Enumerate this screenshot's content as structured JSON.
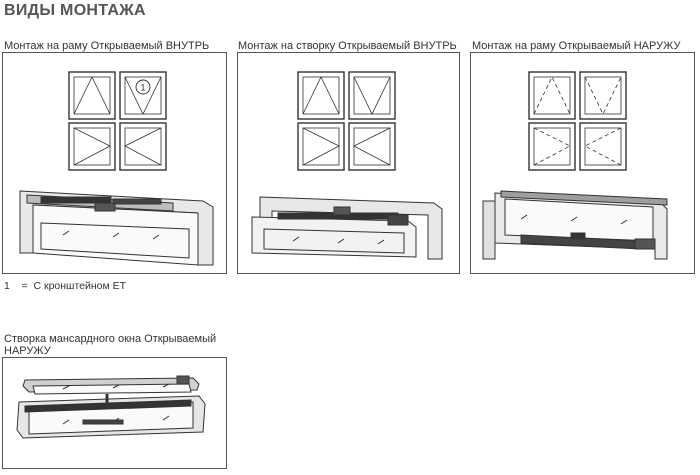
{
  "title": "ВИДЫ МОНТАЖА",
  "panels": [
    {
      "caption": "Монтаж на раму Открываемый ВНУТРЬ",
      "marker": "1"
    },
    {
      "caption": "Монтаж на створку Открываемый ВНУТРЬ"
    },
    {
      "caption": "Монтаж на раму Открываемый НАРУЖУ"
    },
    {
      "caption": "Створка мансардного окна Открываемый НАРУЖУ"
    }
  ],
  "note": "1    =  С кронштейном ЕТ",
  "icons": [
    "window-sash-icon",
    "bracket-marker-icon"
  ]
}
